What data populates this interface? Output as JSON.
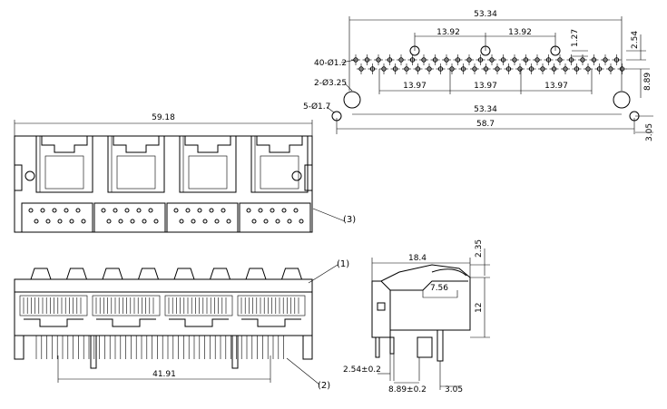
{
  "footprint": {
    "dim_top_width": "53.34",
    "dim_pitch_a": "13.92",
    "dim_pitch_b": "13.92",
    "dim_127": "1.27",
    "dim_254": "2.54",
    "label_pins": "40-Ø1.2",
    "label_mount": "2-Ø3.25",
    "label_small": "5-Ø1.7",
    "dim_1397_a": "13.97",
    "dim_1397_b": "13.97",
    "dim_1397_c": "13.97",
    "dim_889": "8.89",
    "dim_bottom_5334": "53.34",
    "dim_587": "58.7",
    "dim_305": "3.05"
  },
  "front_view": {
    "dim_width": "59.18",
    "callout_3": "(3)"
  },
  "bottom_view": {
    "callout_1": "(1)",
    "callout_2": "(2)",
    "dim_4191": "41.91"
  },
  "side_view": {
    "dim_184": "18.4",
    "dim_235": "2.35",
    "dim_756": "7.56",
    "dim_12": "12",
    "dim_254_02": "2.54±0.2",
    "dim_889_02": "8.89±0.2",
    "dim_305": "3.05"
  }
}
